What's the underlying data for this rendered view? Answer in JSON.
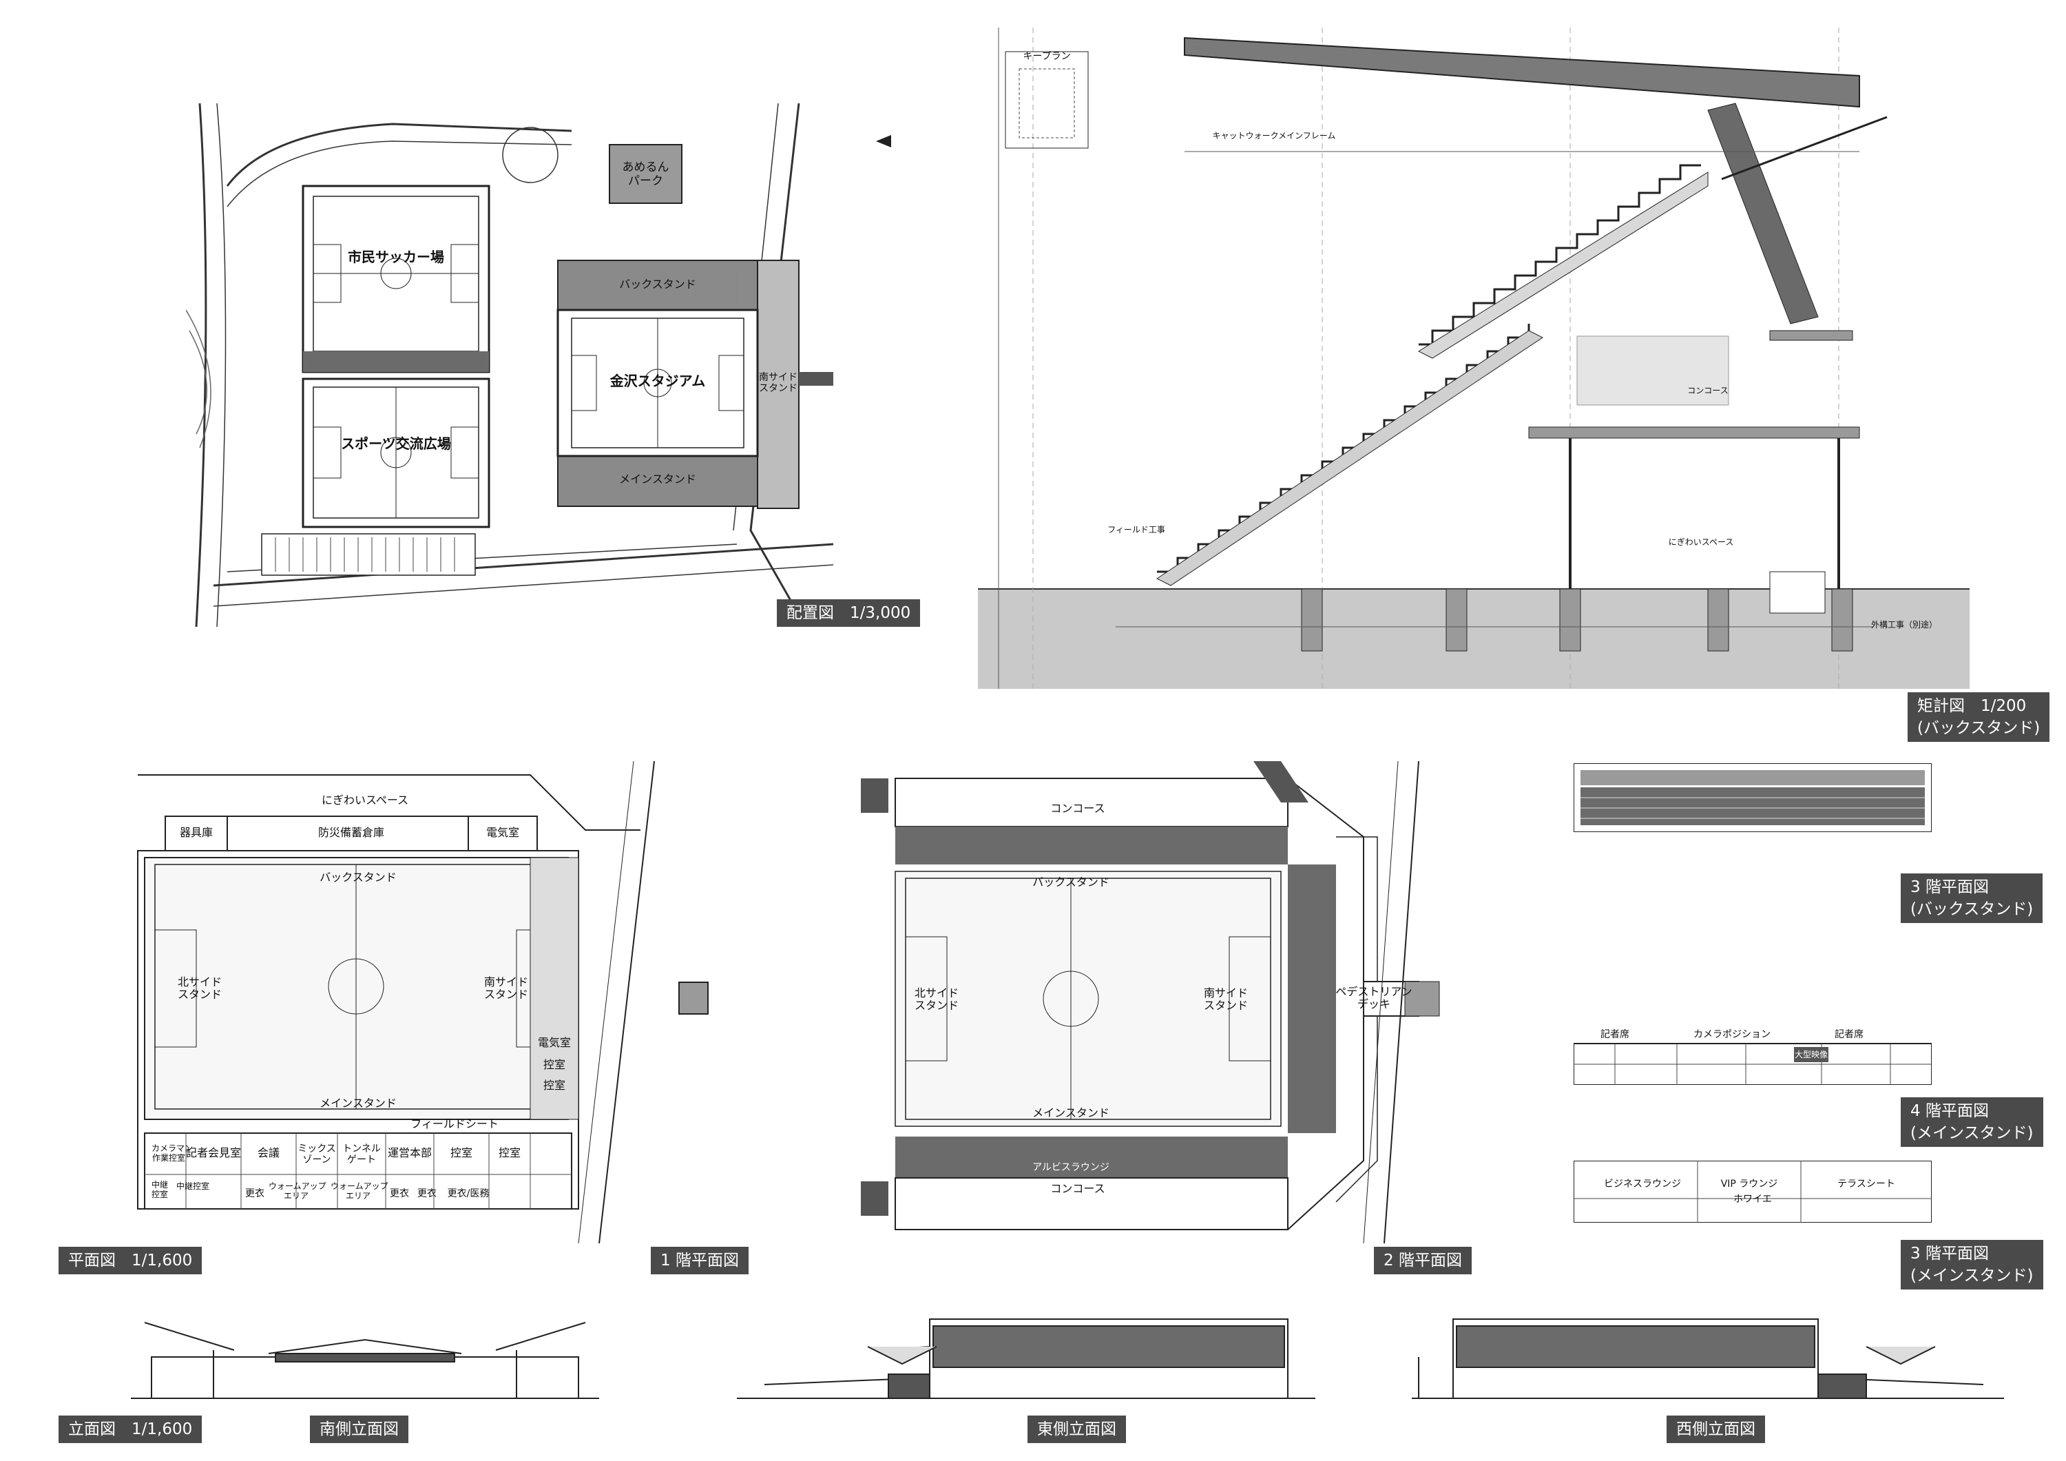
{
  "site_plan": {
    "caption": "配置図　1/3,000",
    "field_civic": "市民サッカー場",
    "field_sports": "スポーツ交流広場",
    "park": "あめるん\nパーク",
    "back_stand": "バックスタンド",
    "stadium": "金沢スタジアム",
    "main_stand": "メインスタンド",
    "south_side": "南サイド\nスタンド"
  },
  "section": {
    "caption": "矩計図　1/200\n(バックスタンド)",
    "key_plan": "キープラン",
    "concourse": "コンコース",
    "free_space": "にぎわいスペース",
    "field_work": "フィールド工事",
    "exterior_work": "外構工事（別途）",
    "main_frame": "キャットウォークメインフレーム"
  },
  "floor1": {
    "caption_plan": "平面図　1/1,600",
    "caption": "1 階平面図",
    "nigiwai": "にぎわいスペース",
    "equipment": "器具庫",
    "storage": "防災備蓄倉庫",
    "electric": "電気室",
    "back_stand": "バックスタンド",
    "north_side": "北サイド\nスタンド",
    "south_side": "南サイド\nスタンド",
    "main_stand": "メインスタンド",
    "field_seat": "フィールドシート",
    "electric2": "電気室",
    "control1": "控室",
    "control2": "控室",
    "camera": "カメラマン\n作業控室",
    "press": "記者会見室",
    "meeting": "会議",
    "mixed": "ミックス\nゾーン",
    "tunnel": "トンネル\nゲート",
    "ops": "運営本部",
    "control3": "控室",
    "control4": "控室",
    "change1": "更衣",
    "change2": "更衣",
    "change3": "更衣",
    "change4": "更衣/医務",
    "warmup1": "ウォームアップ\nエリア",
    "warmup2": "ウォームアップ\nエリア",
    "relay": "中継\n控室",
    "relay2": "中継控室"
  },
  "floor2": {
    "caption": "2 階平面図",
    "concourse_top": "コンコース",
    "concourse_bottom": "コンコース",
    "back_stand": "バックスタンド",
    "north_side": "北サイド\nスタンド",
    "south_side": "南サイド\nスタンド",
    "main_stand": "メインスタンド",
    "deck": "ペデストリアン\nデッキ",
    "lounge": "アルビスラウンジ"
  },
  "floor3_back": {
    "caption": "3 階平面図\n(バックスタンド)"
  },
  "floor4_main": {
    "caption": "4 階平面図\n(メインスタンド)",
    "press_left": "記者席",
    "camera": "カメラポジション",
    "press_right": "記者席",
    "broadcast": "大型映像"
  },
  "floor3_main": {
    "caption": "3 階平面図\n(メインスタンド)",
    "business": "ビジネスラウンジ",
    "vip": "VIP ラウンジ",
    "foyer": "ホワイエ",
    "terrace": "テラスシート"
  },
  "elevations": {
    "caption": "立面図　1/1,600",
    "south": "南側立面図",
    "east": "東側立面図",
    "west": "西側立面図"
  },
  "colors": {
    "label_bg": "#4a4a4a",
    "line": "#222222",
    "seats": "#6b6b6b",
    "ground": "#c9c9c9"
  }
}
